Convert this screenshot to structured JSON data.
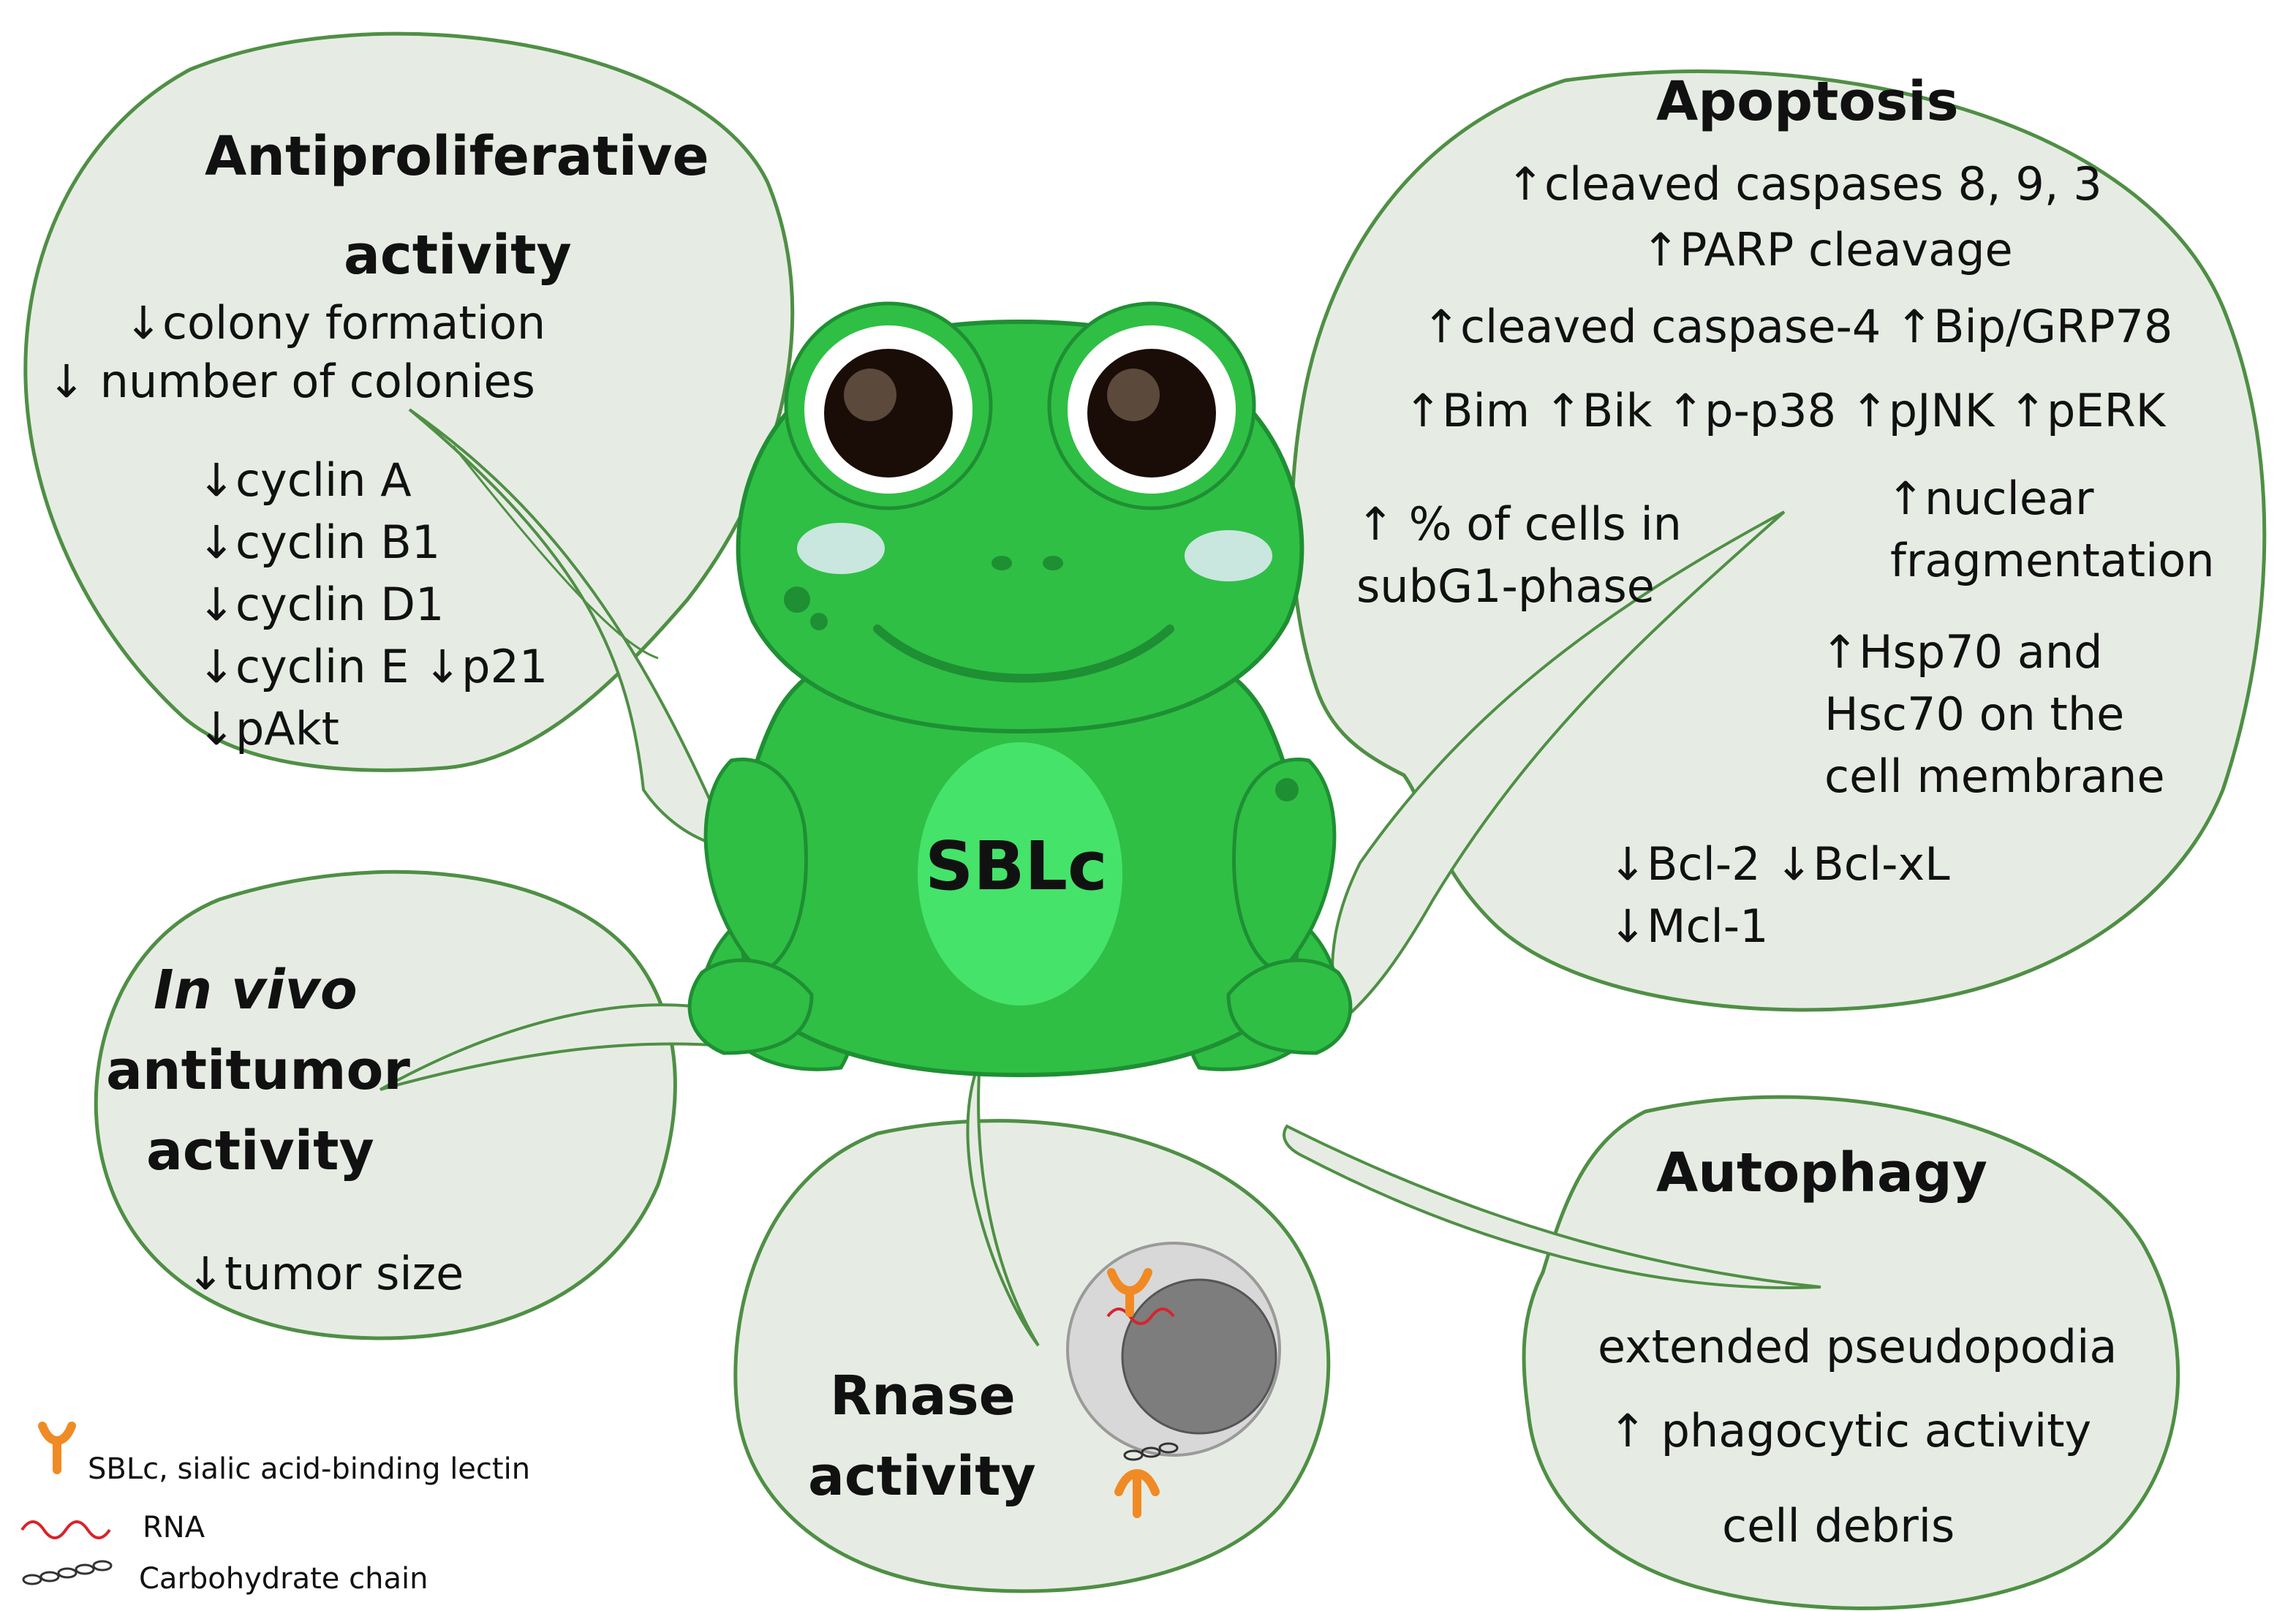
{
  "center": {
    "label": "SBLc"
  },
  "antiproliferative": {
    "title_line1": "Antiproliferative",
    "title_line2": "activity",
    "items": [
      "↓colony formation",
      "↓ number of colonies",
      "↓cyclin A",
      "↓cyclin B1",
      "↓cyclin D1",
      "↓cyclin E ↓p21",
      "↓pAkt"
    ]
  },
  "apoptosis": {
    "title": "Apoptosis",
    "items": [
      "↑cleaved caspases 8, 9, 3",
      "↑PARP cleavage",
      "↑cleaved caspase-4 ↑Bip/GRP78",
      "↑Bim ↑Bik ↑p-p38 ↑pJNK ↑pERK",
      "↑ % of cells in",
      "subG1-phase",
      "↑nuclear",
      "fragmentation",
      "↑Hsp70 and",
      "Hsc70 on the",
      "cell membrane",
      "↓Bcl-2 ↓Bcl-xL",
      "↓Mcl-1"
    ]
  },
  "invivo": {
    "title_line1": "In vivo",
    "title_line2": "antitumor",
    "title_line3": "activity",
    "items": [
      "↓tumor size"
    ]
  },
  "rnase": {
    "title_line1": "Rnase",
    "title_line2": "activity"
  },
  "autophagy": {
    "title": "Autophagy",
    "items": [
      "extended pseudopodia",
      "↑ phagocytic activity",
      "cell debris"
    ]
  },
  "legend": {
    "items": [
      {
        "label": "SBLc, sialic acid-binding  lectin",
        "icon": "lectin-icon"
      },
      {
        "label": "RNA",
        "icon": "rna-icon"
      },
      {
        "label": "Carbohydrate chain",
        "icon": "carbohydrate-chain-icon"
      }
    ]
  },
  "colors": {
    "bubble_fill": "#e6ece3",
    "bubble_edge": "#4f8f45",
    "frog_body": "#2fbf45",
    "frog_dark": "#1f8f33",
    "frog_belly": "#45e36a",
    "cheek": "#c9e6df",
    "lectin": "#f08a24",
    "rna": "#d9232b",
    "cell_outer": "#d8d8d8",
    "cell_nucleus": "#7d7d7d"
  }
}
